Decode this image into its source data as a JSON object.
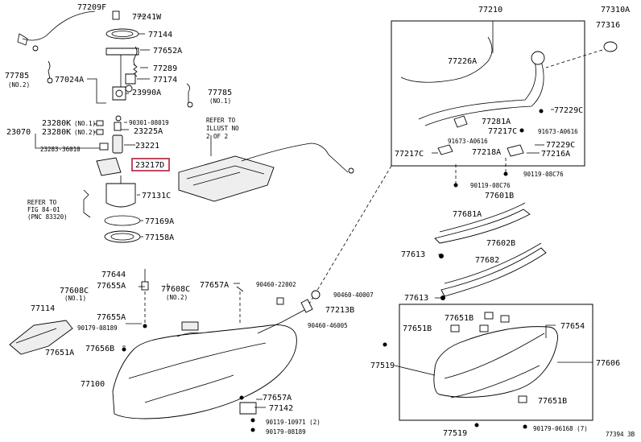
{
  "diagram_id": "77394 3B",
  "highlight_label": "23217D",
  "labels": {
    "p77209F": "77209F",
    "p77241W": "77241W",
    "p77144": "77144",
    "p77652A": "77652A",
    "p77289": "77289",
    "p77174": "77174",
    "p77024A": "77024A",
    "p23990A": "23990A",
    "p77785a": "77785",
    "p77785a_note": "(NO.2)",
    "p77785b": "77785",
    "p77785b_note": "(NO.1)",
    "p23280K1": "23280K",
    "p23280K1_note": "(NO.1)",
    "p23280K2": "23280K",
    "p23280K2_note": "(NO.2)",
    "p23070": "23070",
    "p23283": "23283-36010",
    "p90301": "90301-08019",
    "p23225A": "23225A",
    "p23221": "23221",
    "refer1": "REFER TO",
    "refer1b": "ILLUST NO",
    "refer1c": "2 OF 2",
    "refer2": "REFER TO",
    "refer2b": "FIG 84-01",
    "refer2c": "(PNC 83320)",
    "p77131C": "77131C",
    "p77169A": "77169A",
    "p77158A": "77158A",
    "p77644": "77644",
    "p77608C1": "77608C",
    "p77655A1": "77655A",
    "p77655A1_note": "(NO.1)",
    "p77608C2": "77608C",
    "p77657A1": "77657A",
    "p77608C2_note": "(NO.2)",
    "p90460a": "90460-22002",
    "p90460b": "90460-40007",
    "p77213B": "77213B",
    "p90460c": "90460-46005",
    "p77114": "77114",
    "p77655A2": "77655A",
    "p90179a": "90179-08189",
    "p77651A": "77651A",
    "p77656B": "77656B",
    "p77100": "77100",
    "p77657A2": "77657A",
    "p77142": "77142",
    "p90119a": "90119-10971 (2)",
    "p90179b": "90179-08189",
    "p77210": "77210",
    "p77310A": "77310A",
    "p77316": "77316",
    "p77226A": "77226A",
    "p77229C1": "77229C",
    "p77281A": "77281A",
    "p77217C1": "77217C",
    "p91673a": "91673-A0616",
    "p91673b": "91673-A0616",
    "p77229C2": "77229C",
    "p77217C2": "77217C",
    "p77218A": "77218A",
    "p77216A": "77216A",
    "p90119b": "90119-08C76",
    "p90119c": "90119-08C76",
    "p77601B": "77601B",
    "p77681A": "77681A",
    "p77602B": "77602B",
    "p77613a": "77613",
    "p77682": "77682",
    "p77613b": "77613",
    "p77651B1": "77651B",
    "p77651B2": "77651B",
    "p77654": "77654",
    "p77519a": "77519",
    "p77606": "77606",
    "p77651B3": "77651B",
    "p90179c": "90179-06168 (7)",
    "p77519b": "77519"
  }
}
